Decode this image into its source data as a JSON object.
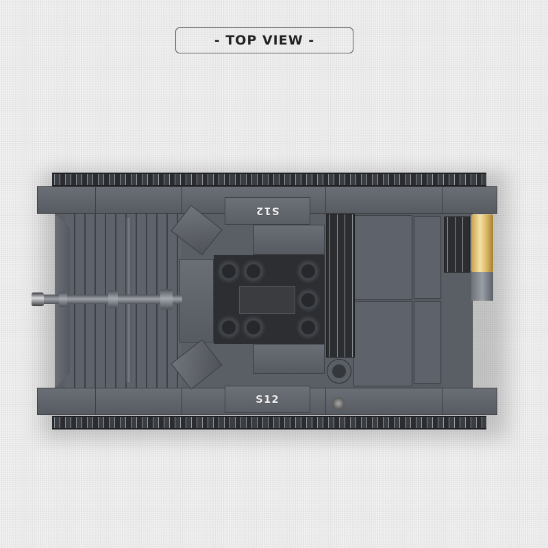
{
  "header": {
    "view_label": "- TOP VIEW -"
  },
  "model": {
    "subject": "brick-built tank destroyer, top view",
    "hull_markings": {
      "top": "S12",
      "bottom": "S12"
    },
    "colors": {
      "background": "#e9e9e9",
      "hull_gray": "#5a5e65",
      "dark_interior": "#2c2e32",
      "gold_accent": "#d9b865",
      "label_border": "#555555",
      "label_text": "#222222"
    }
  }
}
